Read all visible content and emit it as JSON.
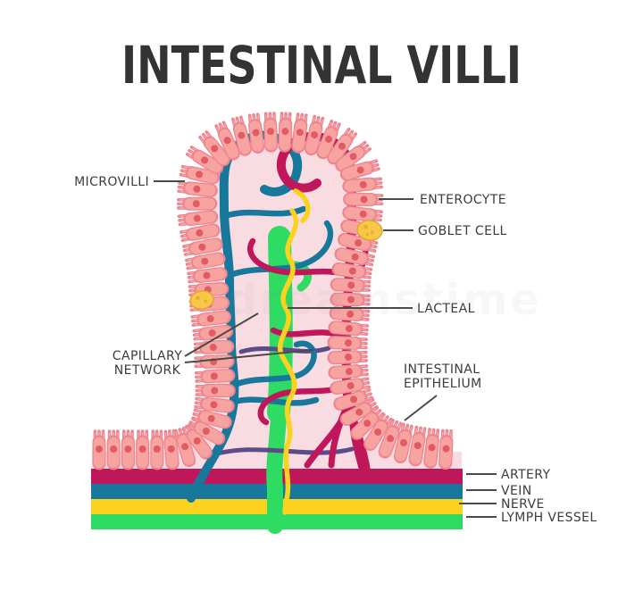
{
  "title": "INTESTINAL VILLI",
  "watermark": "dreamstime",
  "labels": {
    "microvilli": "MICROVILLI",
    "enterocyte": "ENTEROCYTE",
    "goblet_cell": "GOBLET CELL",
    "lacteal": "LACTEAL",
    "capillary_network": [
      "CAPILLARY",
      "NETWORK"
    ],
    "intestinal_epithelium": [
      "INTESTINAL",
      "EPITHELIUM"
    ],
    "artery": "ARTERY",
    "vein": "VEIN",
    "nerve": "NERVE",
    "lymph_vessel": "LYMPH VESSEL"
  },
  "colors": {
    "artery": "#C0175B",
    "vein": "#17789B",
    "nerve": "#FBD21E",
    "lymph": "#2EDC63",
    "nerve_purple": "#5B4B8A",
    "interior": "#F9DCE2",
    "epithelium_cell": "#F7A3A0",
    "cell_outline": "#ED8490",
    "nucleus": "#E25B64",
    "goblet": "#F7C845",
    "goblet_outline": "#E2A43B",
    "goblet_dot": "#E8A52F",
    "title_text": "#333333",
    "label_text": "#3C3C3C",
    "pointer_line": "#4A4A4A"
  }
}
